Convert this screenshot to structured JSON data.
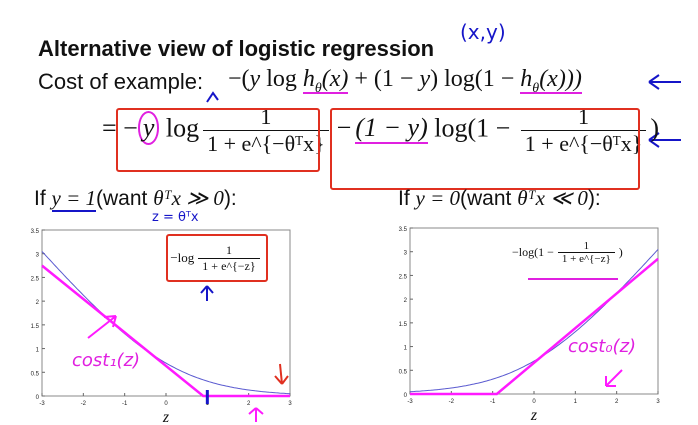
{
  "slide": {
    "title": "Alternative view of logistic regression",
    "cost_label": "Cost of example:",
    "handwritten_xy": "(x,y)",
    "handwritten_z": "z = θᵀx",
    "eq1": {
      "lead": "−(",
      "y": "y",
      "log": " log ",
      "h1": "h",
      "theta": "θ",
      "arg1": "(x)",
      "mid": " + (1 − ",
      "y2": "y",
      "log2": ") log(1 − ",
      "h2": "h",
      "arg2": "(x)))"
    },
    "eq2": {
      "eq": "= ",
      "minus": "−",
      "y": "y",
      "log": " log",
      "num1": "1",
      "den1": "1 + e^{−θᵀx}",
      "minus2": "−",
      "term2a": "(1 − y)",
      "term2b": " log(1 − ",
      "num2": "1",
      "den2": "1 + e^{−θᵀx}",
      "close": ")"
    },
    "case_left": {
      "if": "If",
      "cond": "y = 1",
      "want": "(want ",
      "rel": "θᵀx ≫ 0",
      "end": "):"
    },
    "case_right": {
      "if": "If",
      "cond": "y = 0",
      "want": "(want ",
      "rel": "θᵀx ≪ 0",
      "end": "):"
    }
  },
  "chart_data": [
    {
      "type": "line",
      "xlabel": "z",
      "xlim": [
        -3,
        3
      ],
      "ylim": [
        0,
        3.5
      ],
      "x_ticks": [
        "-3",
        "-2",
        "-1",
        "0",
        "1",
        "2",
        "3"
      ],
      "y_ticks": [
        "0",
        "0.5",
        "1",
        "1.5",
        "2",
        "2.5",
        "3",
        "3.5"
      ],
      "annotation": {
        "text": "−log",
        "num": "1",
        "den": "1 + e^{−z}"
      },
      "handwritten": "cost₁(z)",
      "series": [
        {
          "function": "-log(sigmoid(z))",
          "color": "#5a5ad0",
          "x": [
            -3,
            -2.5,
            -2,
            -1.5,
            -1,
            -0.5,
            0,
            0.5,
            1,
            1.5,
            2,
            2.5,
            3
          ],
          "values": [
            3.049,
            2.579,
            2.127,
            1.701,
            1.313,
            0.974,
            0.693,
            0.474,
            0.313,
            0.201,
            0.127,
            0.079,
            0.049
          ]
        },
        {
          "function": "hinge approximation",
          "color": "#ff1aff",
          "x": [
            -3,
            0.9,
            3
          ],
          "values": [
            2.75,
            0,
            0
          ]
        }
      ]
    },
    {
      "type": "line",
      "xlabel": "z",
      "xlim": [
        -3,
        3
      ],
      "ylim": [
        0,
        3.5
      ],
      "x_ticks": [
        "-3",
        "-2",
        "-1",
        "0",
        "1",
        "2",
        "3"
      ],
      "y_ticks": [
        "0",
        "0.5",
        "1",
        "1.5",
        "2",
        "2.5",
        "3",
        "3.5"
      ],
      "annotation": {
        "text": "−log(1 −",
        "num": "1",
        "den": "1 + e^{−z}",
        "close": ")"
      },
      "handwritten": "cost₀(z)",
      "series": [
        {
          "function": "-log(1-sigmoid(z))",
          "color": "#5a5ad0",
          "x": [
            -3,
            -2.5,
            -2,
            -1.5,
            -1,
            -0.5,
            0,
            0.5,
            1,
            1.5,
            2,
            2.5,
            3
          ],
          "values": [
            0.049,
            0.079,
            0.127,
            0.201,
            0.313,
            0.474,
            0.693,
            0.974,
            1.313,
            1.701,
            2.127,
            2.579,
            3.049
          ]
        },
        {
          "function": "hinge approximation",
          "color": "#ff1aff",
          "x": [
            -3,
            -0.9,
            3
          ],
          "values": [
            0,
            0,
            2.85
          ]
        }
      ]
    }
  ]
}
